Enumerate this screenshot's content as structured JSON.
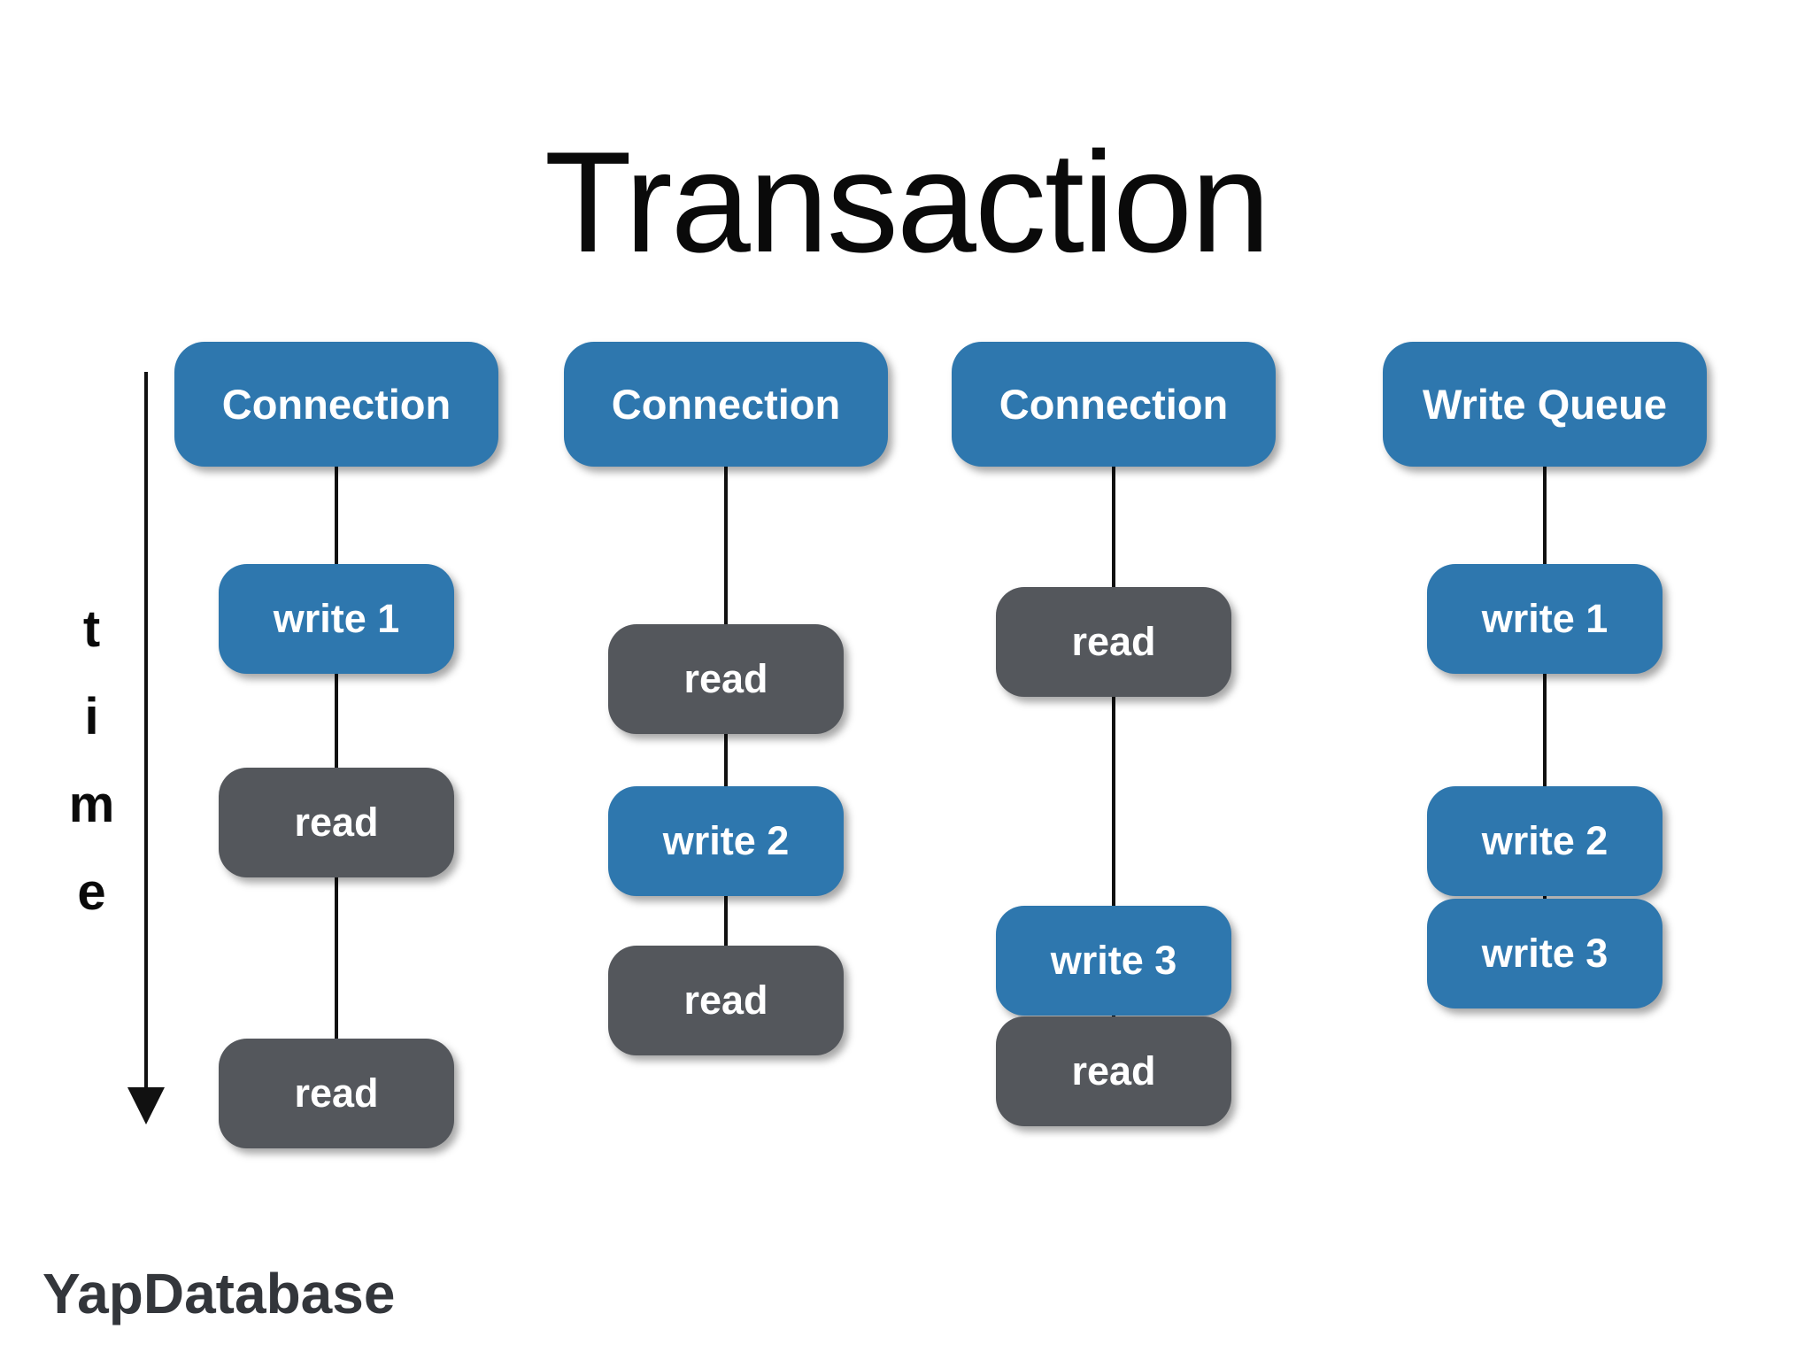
{
  "title": "Transaction",
  "time_axis": {
    "label": "time"
  },
  "footer": {
    "brand": "YapDatabase"
  },
  "colors": {
    "write_box": "#2e77ae",
    "read_box": "#54575c",
    "connector_line": "#111111",
    "box_text": "#ffffff",
    "background": "#ffffff",
    "title_text": "#0a0a0a",
    "brand_text": "#33363b"
  },
  "columns": [
    {
      "header": "Connection",
      "nodes": [
        {
          "label": "write 1",
          "type": "write"
        },
        {
          "label": "read",
          "type": "read"
        },
        {
          "label": "read",
          "type": "read"
        }
      ]
    },
    {
      "header": "Connection",
      "nodes": [
        {
          "label": "read",
          "type": "read"
        },
        {
          "label": "write 2",
          "type": "write"
        },
        {
          "label": "read",
          "type": "read"
        }
      ]
    },
    {
      "header": "Connection",
      "nodes": [
        {
          "label": "read",
          "type": "read"
        },
        {
          "label": "write 3",
          "type": "write"
        },
        {
          "label": "read",
          "type": "read"
        }
      ]
    },
    {
      "header": "Write Queue",
      "nodes": [
        {
          "label": "write 1",
          "type": "write"
        },
        {
          "label": "write 2",
          "type": "write"
        },
        {
          "label": "write 3",
          "type": "write"
        }
      ]
    }
  ]
}
